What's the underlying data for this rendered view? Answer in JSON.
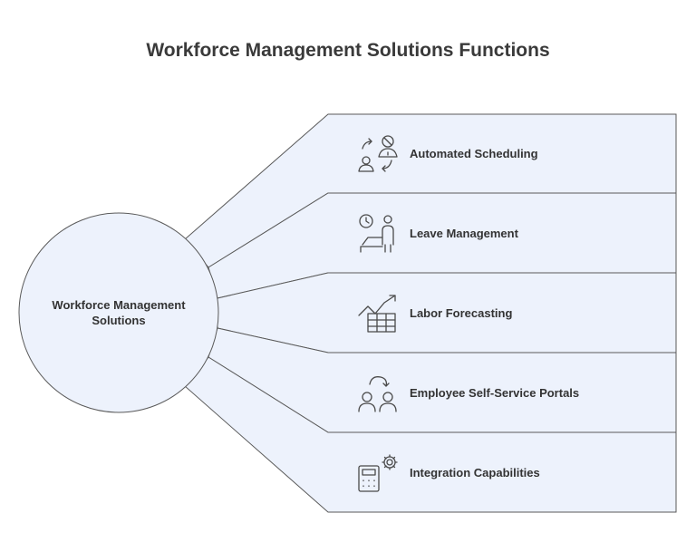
{
  "title": "Workforce Management Solutions Functions",
  "hub": {
    "label": "Workforce Management Solutions"
  },
  "functions": [
    {
      "label": "Automated Scheduling",
      "icon": "scheduling-icon"
    },
    {
      "label": "Leave Management",
      "icon": "leave-icon"
    },
    {
      "label": "Labor Forecasting",
      "icon": "forecast-chart-icon"
    },
    {
      "label": "Employee Self-Service Portals",
      "icon": "self-service-users-icon"
    },
    {
      "label": "Integration Capabilities",
      "icon": "integration-calculator-gear-icon"
    }
  ],
  "colors": {
    "fill": "#edf2fc",
    "stroke": "#5a5a5a",
    "text": "#333333"
  }
}
